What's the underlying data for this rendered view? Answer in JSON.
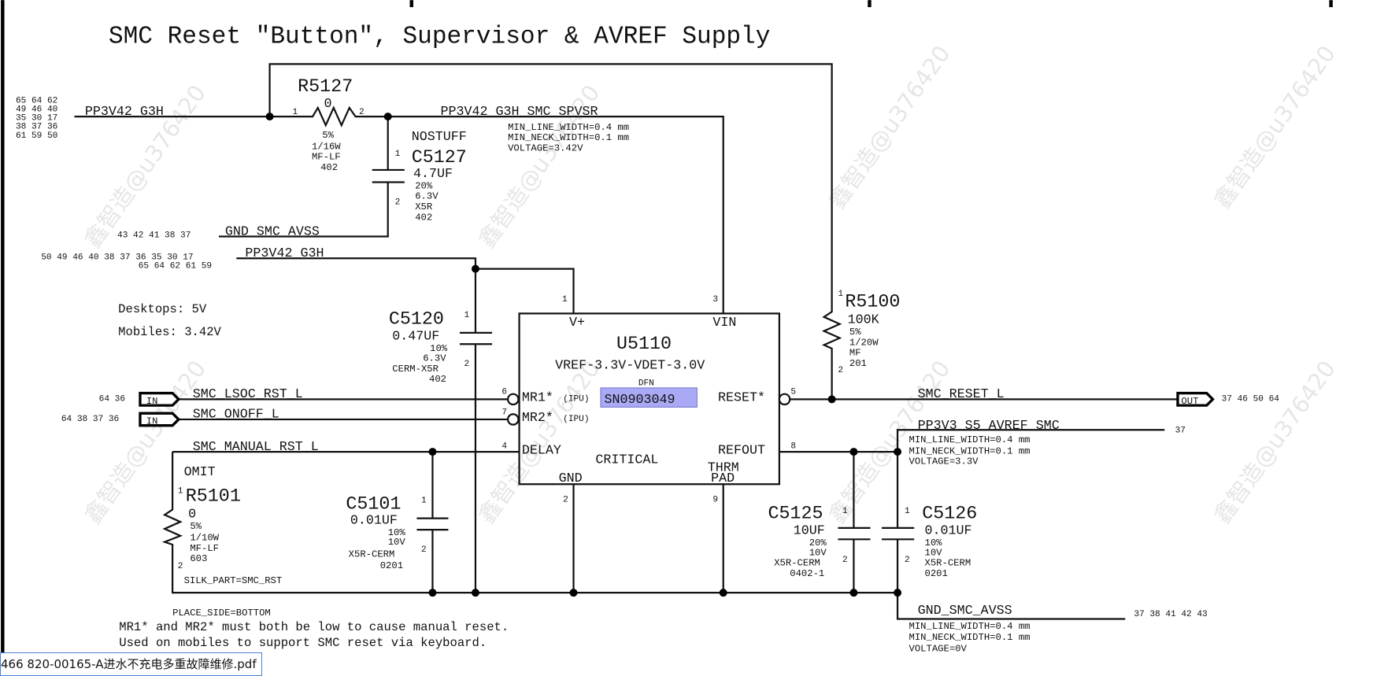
{
  "title": "SMC Reset \"Button\", Supervisor & AVREF Supply",
  "watermark": "鑫智造@u376420",
  "nets": {
    "pp3v42_top": "PP3V42_G3H",
    "pp3v42_top_xref": [
      "65 64 62",
      "49 46 40",
      "35 30 17",
      "38 37 36",
      "61 59 50"
    ],
    "spvsr": "PP3V42_G3H_SMC_SPVSR",
    "spvsr_props": [
      "MIN_LINE_WIDTH=0.4 mm",
      "MIN_NECK_WIDTH=0.1 mm",
      "VOLTAGE=3.42V"
    ],
    "gnd_top": "GND_SMC_AVSS",
    "gnd_top_xref": "43 42 41 38 37",
    "pp3v42_2": "PP3V42_G3H",
    "pp3v42_2_xref": [
      "50 49 46 40 38 37 36 35 30 17",
      "65 64 62 61 59"
    ],
    "lsoc": "SMC_LSOC_RST_L",
    "lsoc_xref": "64 36",
    "onoff": "SMC_ONOFF_L",
    "onoff_xref": "64 38 37 36",
    "manual": "SMC_MANUAL_RST_L",
    "reset": "SMC_RESET_L",
    "reset_xref": "37 46 50 64",
    "avref": "PP3V3_S5_AVREF_SMC",
    "avref_xref": "37",
    "avref_props": [
      "MIN_LINE_WIDTH=0.4 mm",
      "MIN_NECK_WIDTH=0.1 mm",
      "VOLTAGE=3.3V"
    ],
    "gnd_bot": "GND_SMC_AVSS",
    "gnd_bot_xref": "37 38 41 42 43",
    "gnd_bot_props": [
      "MIN_LINE_WIDTH=0.4 mm",
      "MIN_NECK_WIDTH=0.1 mm",
      "VOLTAGE=0V"
    ],
    "flag_in": "IN",
    "flag_out": "OUT"
  },
  "components": {
    "r5127": {
      "ref": "R5127",
      "value": "0",
      "specs": [
        "5%",
        "1/16W",
        "MF-LF",
        "402"
      ]
    },
    "c5127": {
      "ref": "C5127",
      "note": "NOSTUFF",
      "value": "4.7UF",
      "specs": [
        "20%",
        "6.3V",
        "X5R",
        "402"
      ]
    },
    "c5120": {
      "ref": "C5120",
      "value": "0.47UF",
      "specs": [
        "10%",
        "6.3V",
        "CERM-X5R",
        "402"
      ]
    },
    "r5100": {
      "ref": "R5100",
      "value": "100K",
      "specs": [
        "5%",
        "1/20W",
        "MF",
        "201"
      ]
    },
    "r5101": {
      "ref": "R5101",
      "note": "OMIT",
      "value": "0",
      "specs": [
        "5%",
        "1/10W",
        "MF-LF",
        "603"
      ],
      "silk": "SILK_PART=SMC_RST"
    },
    "c5101": {
      "ref": "C5101",
      "value": "0.01UF",
      "specs": [
        "10%",
        "10V",
        "X5R-CERM",
        "0201"
      ]
    },
    "c5125": {
      "ref": "C5125",
      "value": "10UF",
      "specs": [
        "20%",
        "10V",
        "X5R-CERM",
        "0402-1"
      ]
    },
    "c5126": {
      "ref": "C5126",
      "value": "0.01UF",
      "specs": [
        "10%",
        "10V",
        "X5R-CERM",
        "0201"
      ]
    },
    "u5110": {
      "ref": "U5110",
      "value": "VREF-3.3V-VDET-3.0V",
      "package": "DFN",
      "part": "SN0903049",
      "critical": "CRITICAL",
      "pins": {
        "vplus": "V+",
        "vin": "VIN",
        "mr1": "MR1*",
        "mr2": "MR2*",
        "ipu": "(IPU)",
        "delay": "DELAY",
        "gnd": "GND",
        "reset": "RESET*",
        "refout": "REFOUT",
        "thrm": "THRM",
        "pad": "PAD"
      },
      "pin_numbers": {
        "vplus": "1",
        "vin": "3",
        "mr1": "6",
        "mr2": "7",
        "delay": "4",
        "gnd": "2",
        "reset": "5",
        "refout": "8",
        "thrm": "9"
      }
    }
  },
  "notes": {
    "desktops": "Desktops: 5V",
    "mobiles": "Mobiles: 3.42V",
    "place_side": "PLACE_SIDE=BOTTOM",
    "mr_note": "MR1* and MR2* must both be low to cause manual reset.",
    "used_note": "Used on mobiles to support SMC reset via keyboard."
  },
  "pin1": "1",
  "pin2": "2",
  "highlight_color": "#a9a9f5",
  "file_tab": "466 820-00165-A进水不充电多重故障维修.pdf"
}
